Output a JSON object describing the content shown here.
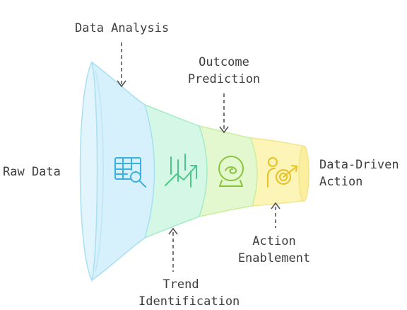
{
  "labels": {
    "raw_data": "Raw Data",
    "data_analysis": "Data Analysis",
    "outcome_prediction": "Outcome\nPrediction",
    "trend_identification": "Trend\nIdentification",
    "action_enablement": "Action\nEnablement",
    "data_driven_action": "Data-Driven\nAction"
  },
  "icons": {
    "stage1": "table-search-icon",
    "stage2": "trend-chart-icon",
    "stage3": "crystal-ball-icon",
    "stage4": "person-target-icon"
  },
  "colors": {
    "stage1": "#d6f1fb",
    "stage2": "#d4f7e6",
    "stage3": "#e4f8cf",
    "stage4": "#fdf4b8",
    "icon1": "#3ab0e0",
    "icon2": "#4cc78a",
    "icon3": "#8ac43f",
    "icon4": "#e8c020"
  }
}
